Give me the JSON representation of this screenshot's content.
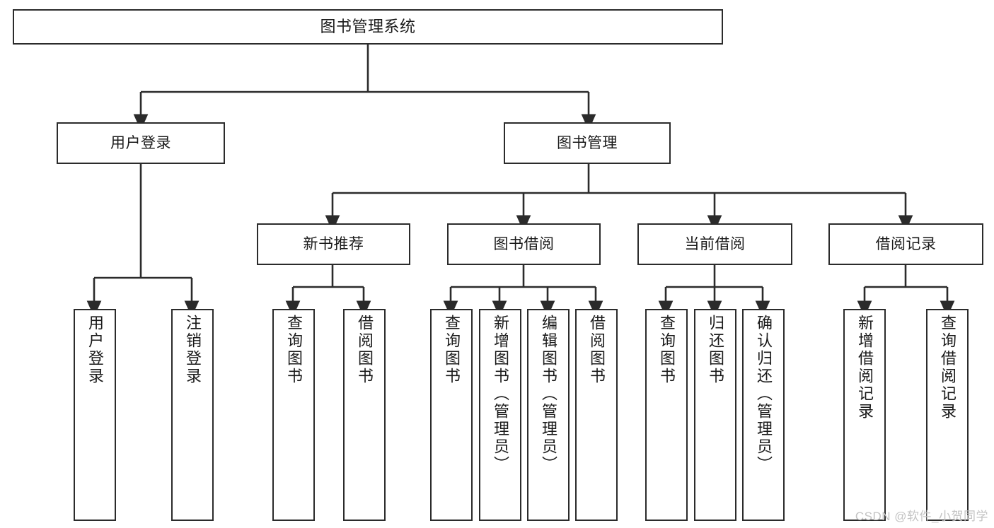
{
  "diagram": {
    "title_node": {
      "label": "图书管理系统"
    },
    "level2": [
      {
        "id": "user-login",
        "label": "用户登录"
      },
      {
        "id": "book-manage",
        "label": "图书管理"
      }
    ],
    "level3": [
      {
        "id": "new-book-recommend",
        "label": "新书推荐"
      },
      {
        "id": "book-borrow",
        "label": "图书借阅"
      },
      {
        "id": "current-borrow",
        "label": "当前借阅"
      },
      {
        "id": "borrow-record",
        "label": "借阅记录"
      }
    ],
    "leaves": [
      {
        "id": "leaf-user-login",
        "label": "用户登录",
        "parent": "user-login"
      },
      {
        "id": "leaf-logout-login",
        "label": "注销登录",
        "parent": "user-login"
      },
      {
        "id": "leaf-query-book-1",
        "label": "查询图书",
        "parent": "new-book-recommend"
      },
      {
        "id": "leaf-borrow-book-1",
        "label": "借阅图书",
        "parent": "new-book-recommend"
      },
      {
        "id": "leaf-query-book-2",
        "label": "查询图书",
        "parent": "book-borrow"
      },
      {
        "id": "leaf-add-book",
        "label": "新增图书（管理员）",
        "parent": "book-borrow"
      },
      {
        "id": "leaf-edit-book",
        "label": "编辑图书（管理员）",
        "parent": "book-borrow"
      },
      {
        "id": "leaf-borrow-book-2",
        "label": "借阅图书",
        "parent": "book-borrow"
      },
      {
        "id": "leaf-query-book-3",
        "label": "查询图书",
        "parent": "current-borrow"
      },
      {
        "id": "leaf-return-book",
        "label": "归还图书",
        "parent": "current-borrow"
      },
      {
        "id": "leaf-confirm-return",
        "label": "确认归还（管理员）",
        "parent": "current-borrow"
      },
      {
        "id": "leaf-add-record",
        "label": "新增借阅记录",
        "parent": "borrow-record"
      },
      {
        "id": "leaf-query-record",
        "label": "查询借阅记录",
        "parent": "borrow-record"
      }
    ],
    "watermark": "CSDN @软件_小贺同学",
    "colors": {
      "stroke": "#2b2b2b",
      "fill": "#ffffff",
      "text": "#1a1a1a",
      "watermark": "#c3c3c3"
    }
  }
}
